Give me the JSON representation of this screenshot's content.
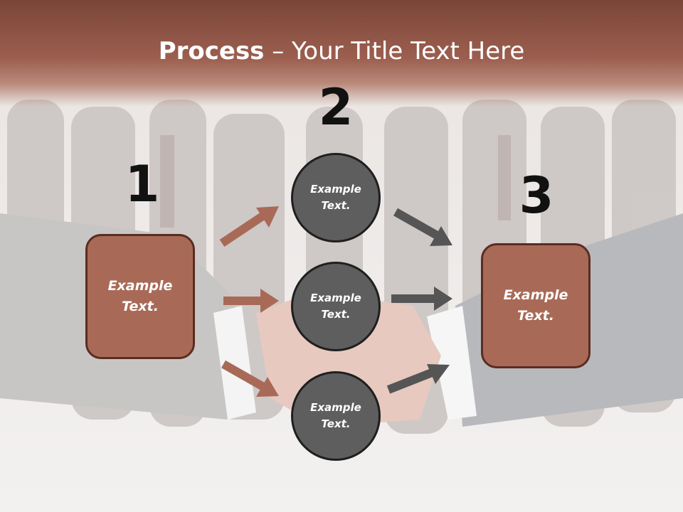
{
  "title": {
    "bold": "Process",
    "rest": " – Your Title Text Here"
  },
  "steps": {
    "one": "1",
    "two": "2",
    "three": "3"
  },
  "left_box": {
    "text": "Example\nText."
  },
  "right_box": {
    "text": "Example\nText."
  },
  "circles": [
    {
      "text": "Example\nText."
    },
    {
      "text": "Example\nText."
    },
    {
      "text": "Example\nText."
    }
  ],
  "colors": {
    "box_fill": "#a86a57",
    "box_border": "#5a2d22",
    "circle_fill": "#5e5e5e",
    "arrow_left": "#a86a57",
    "arrow_right": "#555555",
    "title_band": "#8a4e40"
  },
  "icons": {
    "background": "business-handshake-photo"
  }
}
